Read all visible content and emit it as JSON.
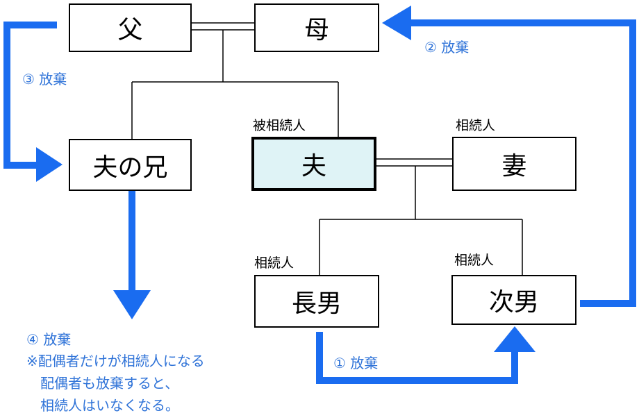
{
  "colors": {
    "arrow": "#1a6cf0",
    "text_blue": "#2f73d8",
    "deceased_fill": "#dff3f6"
  },
  "people": {
    "father": "父",
    "mother": "母",
    "brother": "夫の兄",
    "husband": "夫",
    "wife": "妻",
    "eldest_son": "長男",
    "second_son": "次男"
  },
  "roles": {
    "deceased": "被相続人",
    "wife": "相続人",
    "eldest_son": "相続人",
    "second_son": "相続人"
  },
  "steps": [
    "① 放棄",
    "② 放棄",
    "③ 放棄",
    "④ 放棄"
  ],
  "note_lines": [
    "※配偶者だけが相続人になる",
    "　配偶者も放棄すると、",
    "　相続人はいなくなる。"
  ]
}
